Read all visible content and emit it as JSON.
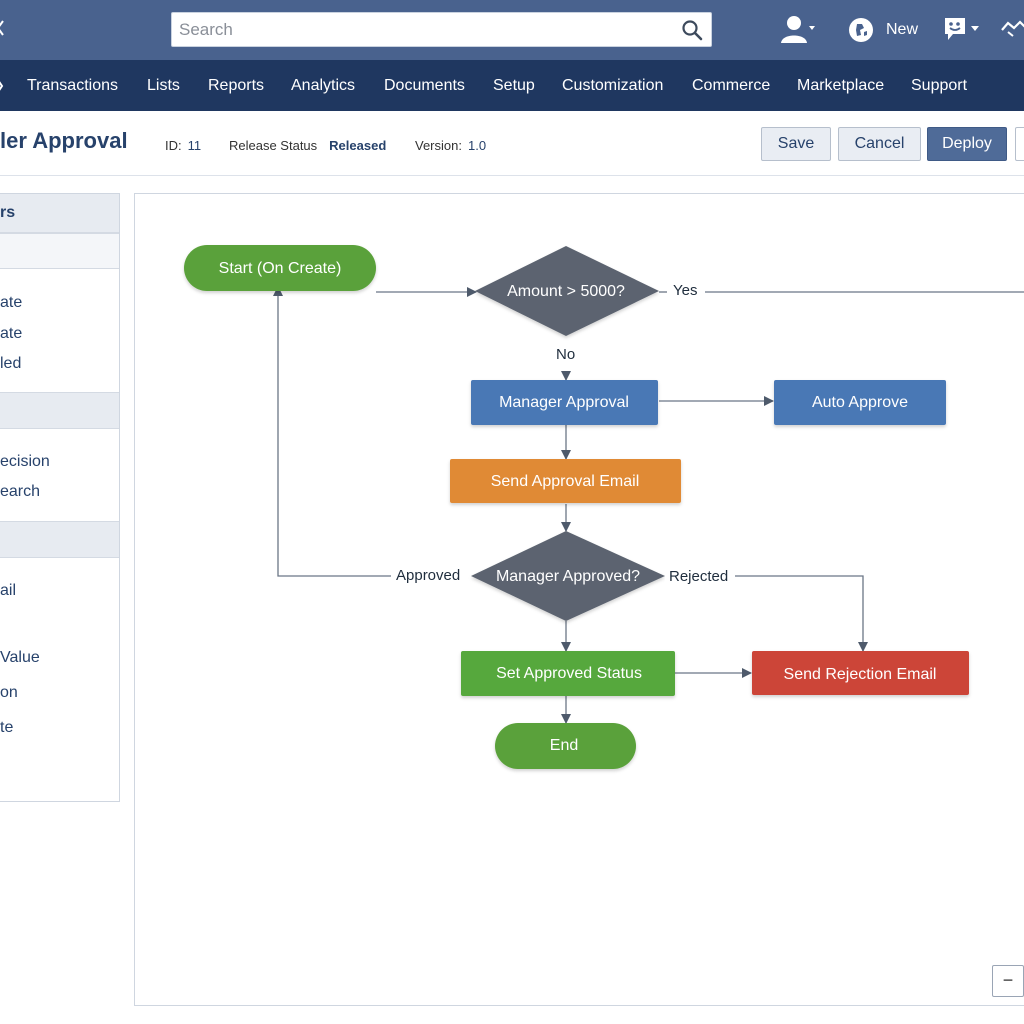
{
  "topbar": {
    "search_placeholder": "Search",
    "new_label": "New",
    "icons": [
      "search-icon",
      "user-icon",
      "globe-icon",
      "help-chat-icon",
      "handshake-icon"
    ]
  },
  "nav": {
    "items": [
      "Transactions",
      "Lists",
      "Reports",
      "Analytics",
      "Documents",
      "Setup",
      "Customization",
      "Commerce",
      "Marketplace",
      "Support"
    ]
  },
  "header": {
    "title": "ler Approval",
    "id_label": "ID:",
    "id_value": "11",
    "release_label": "Release Status",
    "release_value": "Released",
    "version_label": "Version:",
    "version_value": "1.0",
    "save": "Save",
    "cancel": "Cancel",
    "deploy": "Deploy"
  },
  "palette": {
    "sections": [
      {
        "header": "rs",
        "items": [
          "",
          "ate",
          "ate",
          "led"
        ]
      },
      {
        "header": "",
        "items": [
          "ecision",
          "earch"
        ]
      },
      {
        "header": "",
        "items": [
          "ail",
          "Value",
          "on",
          "te"
        ]
      }
    ]
  },
  "workflow": {
    "nodes": {
      "start": "Start (On Create)",
      "amount_check": "Amount > 5000?",
      "manager_approval": "Manager Approval",
      "auto_approve": "Auto Approve",
      "send_email": "Send Approval Email",
      "manager_approved": "Manager Approved?",
      "set_status": "Set Approved Status",
      "rejection_email": "Send Rejection Email",
      "end": "End"
    },
    "labels": {
      "yes": "Yes",
      "no": "No",
      "approved": "Approved",
      "rejected": "Rejected"
    },
    "colors": {
      "start_end": "#5aa13a",
      "decision": "#5c6470",
      "task": "#4a78b5",
      "email": "#e08a35",
      "success": "#57a83d",
      "reject": "#cc4538"
    }
  },
  "zoom": {
    "out_label": "−"
  }
}
